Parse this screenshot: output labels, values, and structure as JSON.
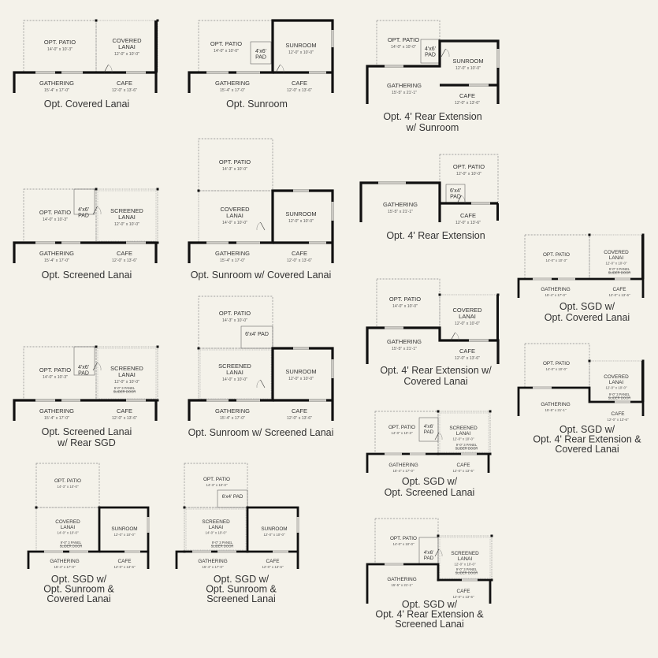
{
  "plans": [
    {
      "key": "covered_lanai",
      "caption": [
        "Opt. Covered Lanai"
      ],
      "rooms": [
        {
          "name": "OPT. PATIO",
          "dim": "14'-0\" x 10'-3\""
        },
        {
          "name": "COVERED",
          "name2": "LANAI",
          "dim": "12'-0\" x 10'-0\""
        },
        {
          "name": "GATHERING",
          "dim": "15'-4\" x 17'-0\""
        },
        {
          "name": "CAFE",
          "dim": "12'-0\" x 13'-6\""
        }
      ]
    },
    {
      "key": "sunroom",
      "caption": [
        "Opt. Sunroom"
      ],
      "rooms": [
        {
          "name": "OPT. PATIO",
          "dim": "14'-0\" x 10'-0\""
        },
        {
          "name": "4'x6'",
          "name2": "PAD"
        },
        {
          "name": "SUNROOM",
          "dim": "12'-0\" x 10'-0\""
        },
        {
          "name": "GATHERING",
          "dim": "15'-4\" x 17'-0\""
        },
        {
          "name": "CAFE",
          "dim": "12'-0\" x 13'-6\""
        }
      ]
    },
    {
      "key": "rear_ext_sunroom",
      "caption": [
        "Opt. 4' Rear Extension",
        "w/ Sunroom"
      ],
      "rooms": [
        {
          "name": "OPT. PATIO",
          "dim": "14'-0\" x 10'-0\""
        },
        {
          "name": "4'x6'",
          "name2": "PAD"
        },
        {
          "name": "SUNROOM",
          "dim": "12'-0\" x 10'-0\""
        },
        {
          "name": "GATHERING",
          "dim": "15'-5\" x 21'-1\""
        },
        {
          "name": "CAFE",
          "dim": "12'-0\" x 13'-6\""
        }
      ]
    },
    {
      "key": "screened_lanai",
      "caption": [
        "Opt. Screened Lanai"
      ],
      "rooms": [
        {
          "name": "OPT. PATIO",
          "dim": "14'-0\" x 10'-3\""
        },
        {
          "name": "4'x6'",
          "name2": "PAD"
        },
        {
          "name": "SCREENED",
          "name2": "LANAI",
          "dim": "12'-0\" x 10'-0\""
        },
        {
          "name": "GATHERING",
          "dim": "15'-4\" x 17'-0\""
        },
        {
          "name": "CAFE",
          "dim": "12'-0\" x 13'-6\""
        }
      ]
    },
    {
      "key": "sunroom_covered",
      "caption": [
        "Opt. Sunroom w/ Covered Lanai"
      ],
      "rooms": [
        {
          "name": "OPT. PATIO",
          "dim": "14'-3\" x 10'-0\""
        },
        {
          "name": "COVERED",
          "name2": "LANAI",
          "dim": "14'-0\" x 10'-0\""
        },
        {
          "name": "SUNROOM",
          "dim": "12'-0\" x 10'-0\""
        },
        {
          "name": "GATHERING",
          "dim": "15'-4\" x 17'-0\""
        },
        {
          "name": "CAFE",
          "dim": "12'-0\" x 13'-6\""
        }
      ]
    },
    {
      "key": "rear_ext",
      "caption": [
        "Opt. 4' Rear Extension"
      ],
      "rooms": [
        {
          "name": "OPT. PATIO",
          "dim": "12'-0\" x 10'-0\""
        },
        {
          "name": "6'x4'",
          "name2": "PAD"
        },
        {
          "name": "GATHERING",
          "dim": "15'-5\" x 21'-1\""
        },
        {
          "name": "CAFE",
          "dim": "12'-0\" x 13'-6\""
        }
      ]
    },
    {
      "key": "sgd_covered",
      "caption": [
        "Opt. SGD w/",
        "Opt. Covered Lanai"
      ],
      "rooms": [
        {
          "name": "OPT. PATIO",
          "dim": "14'-0\" x 10'-3\""
        },
        {
          "name": "COVERED",
          "name2": "LANAI",
          "dim": "12'-0\" x 10'-0\""
        },
        {
          "name": "9'-0\" 3 PANEL",
          "name2": "SLIDER DOOR"
        },
        {
          "name": "GATHERING",
          "dim": "15'-4\" x 17'-0\""
        },
        {
          "name": "CAFE",
          "dim": "12'-0\" x 13'-6\""
        }
      ]
    },
    {
      "key": "screened_sgd",
      "caption": [
        "Opt. Screened Lanai",
        "w/ Rear SGD"
      ],
      "rooms": [
        {
          "name": "OPT. PATIO",
          "dim": "14'-0\" x 10'-3\""
        },
        {
          "name": "4'x6'",
          "name2": "PAD"
        },
        {
          "name": "SCREENED",
          "name2": "LANAI",
          "dim": "12'-0\" x 10'-0\""
        },
        {
          "name": "9'-0\" 3 PANEL",
          "name2": "SLIDER DOOR"
        },
        {
          "name": "GATHERING",
          "dim": "15'-4\" x 17'-0\""
        },
        {
          "name": "CAFE",
          "dim": "12'-0\" x 13'-6\""
        }
      ]
    },
    {
      "key": "sunroom_screened",
      "caption": [
        "Opt. Sunroom w/ Screened Lanai"
      ],
      "rooms": [
        {
          "name": "OPT. PATIO",
          "dim": "14'-3\" x 10'-0\""
        },
        {
          "name": "6'x4' PAD"
        },
        {
          "name": "SCREENED",
          "name2": "LANAI",
          "dim": "14'-0\" x 10'-0\""
        },
        {
          "name": "SUNROOM",
          "dim": "12'-0\" x 10'-0\""
        },
        {
          "name": "GATHERING",
          "dim": "15'-4\" x 17'-0\""
        },
        {
          "name": "CAFE",
          "dim": "12'-0\" x 13'-6\""
        }
      ]
    },
    {
      "key": "rear_ext_covered",
      "caption": [
        "Opt. 4' Rear Extension w/",
        "Covered Lanai"
      ],
      "rooms": [
        {
          "name": "OPT. PATIO",
          "dim": "14'-0\" x 10'-0\""
        },
        {
          "name": "COVERED",
          "name2": "LANAI",
          "dim": "12'-0\" x 10'-0\""
        },
        {
          "name": "GATHERING",
          "dim": "15'-5\" x 21'-1\""
        },
        {
          "name": "CAFE",
          "dim": "12'-0\" x 13'-6\""
        }
      ]
    },
    {
      "key": "sgd_rear_ext_covered",
      "caption": [
        "Opt. SGD w/",
        "Opt. 4' Rear Extension &",
        "Covered Lanai"
      ],
      "rooms": [
        {
          "name": "OPT. PATIO",
          "dim": "14'-0\" x 10'-0\""
        },
        {
          "name": "COVERED",
          "name2": "LANAI",
          "dim": "12'-0\" x 10'-0\""
        },
        {
          "name": "9'-0\" 3 PANEL",
          "name2": "SLIDER DOOR"
        },
        {
          "name": "GATHERING",
          "dim": "15'-5\" x 21'-1\""
        },
        {
          "name": "CAFE",
          "dim": "12'-0\" x 13'-6\""
        }
      ]
    },
    {
      "key": "sgd_screened",
      "caption": [
        "Opt. SGD w/",
        "Opt. Screened Lanai"
      ],
      "rooms": [
        {
          "name": "OPT. PATIO",
          "dim": "14'-0\" x 10'-3\""
        },
        {
          "name": "4'x6'",
          "name2": "PAD"
        },
        {
          "name": "SCREENED",
          "name2": "LANAI",
          "dim": "12'-0\" x 10'-0\""
        },
        {
          "name": "9'-0\" 3 PANEL",
          "name2": "SLIDER DOOR"
        },
        {
          "name": "GATHERING",
          "dim": "15'-4\" x 17'-0\""
        },
        {
          "name": "CAFE",
          "dim": "12'-0\" x 13'-6\""
        }
      ]
    },
    {
      "key": "sgd_sunroom_covered",
      "caption": [
        "Opt. SGD w/",
        "Opt. Sunroom &",
        "Covered Lanai"
      ],
      "rooms": [
        {
          "name": "OPT. PATIO",
          "dim": "14'-3\" x 10'-0\""
        },
        {
          "name": "COVERED",
          "name2": "LANAI",
          "dim": "14'-0\" x 10'-0\""
        },
        {
          "name": "9'-0\" 3 PANEL",
          "name2": "SLIDER DOOR"
        },
        {
          "name": "SUNROOM",
          "dim": "12'-0\" x 10'-0\""
        },
        {
          "name": "GATHERING",
          "dim": "15'-4\" x 17'-0\""
        },
        {
          "name": "CAFE",
          "dim": "12'-0\" x 13'-6\""
        }
      ]
    },
    {
      "key": "sgd_sunroom_screened",
      "caption": [
        "Opt. SGD w/",
        "Opt. Sunroom &",
        "Screened Lanai"
      ],
      "rooms": [
        {
          "name": "OPT. PATIO",
          "dim": "14'-3\" x 10'-0\""
        },
        {
          "name": "6'x4' PAD"
        },
        {
          "name": "SCREENED",
          "name2": "LANAI",
          "dim": "14'-0\" x 10'-0\""
        },
        {
          "name": "9'-0\" 3 PANEL",
          "name2": "SLIDER DOOR"
        },
        {
          "name": "SUNROOM",
          "dim": "12'-0\" x 10'-0\""
        },
        {
          "name": "GATHERING",
          "dim": "15'-4\" x 17'-0\""
        },
        {
          "name": "CAFE",
          "dim": "12'-0\" x 13'-6\""
        }
      ]
    },
    {
      "key": "sgd_rear_ext_screened",
      "caption": [
        "Opt. SGD w/",
        "Opt. 4' Rear Extension &",
        "Screened Lanai"
      ],
      "rooms": [
        {
          "name": "OPT. PATIO",
          "dim": "14'-0\" x 10'-0\""
        },
        {
          "name": "4'x6'",
          "name2": "PAD"
        },
        {
          "name": "SCREENED",
          "name2": "LANAI",
          "dim": "12'-0\" x 10'-0\""
        },
        {
          "name": "9'-0\" 3 PANEL",
          "name2": "SLIDER DOOR"
        },
        {
          "name": "GATHERING",
          "dim": "15'-5\" x 21'-1\""
        },
        {
          "name": "CAFE",
          "dim": "12'-0\" x 13'-6\""
        }
      ]
    }
  ]
}
